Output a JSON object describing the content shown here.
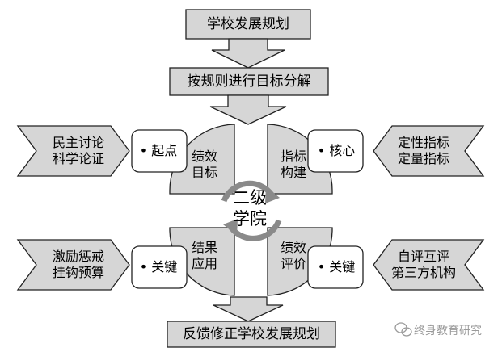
{
  "flow": {
    "top_plan": "学校发展规划",
    "decompose": "按规则进行目标分解",
    "feedback": "反馈修正学校发展规划"
  },
  "center": {
    "line1": "二级",
    "line2": "学院"
  },
  "quadrants": {
    "top_left": {
      "line1": "绩效",
      "line2": "目标",
      "tag": "• 起点",
      "method_line1": "民主讨论",
      "method_line2": "科学论证"
    },
    "top_right": {
      "line1": "指标",
      "line2": "构建",
      "tag": "• 核心",
      "method_line1": "定性指标",
      "method_line2": "定量指标"
    },
    "bottom_left": {
      "line1": "结果",
      "line2": "应用",
      "tag": "• 关键",
      "method_line1": "激励惩戒",
      "method_line2": "挂钩预算"
    },
    "bottom_right": {
      "line1": "绩效",
      "line2": "评价",
      "tag": "• 关键",
      "method_line1": "自评互评",
      "method_line2": "第三方机构"
    }
  },
  "watermark": {
    "text": "终身教育研究",
    "icon": "wechat-icon"
  },
  "colors": {
    "shape_fill": "#d6d6d6",
    "stroke": "#222222",
    "cycle_arrow": "#8a8a8a",
    "watermark": "#9a9a9a"
  }
}
